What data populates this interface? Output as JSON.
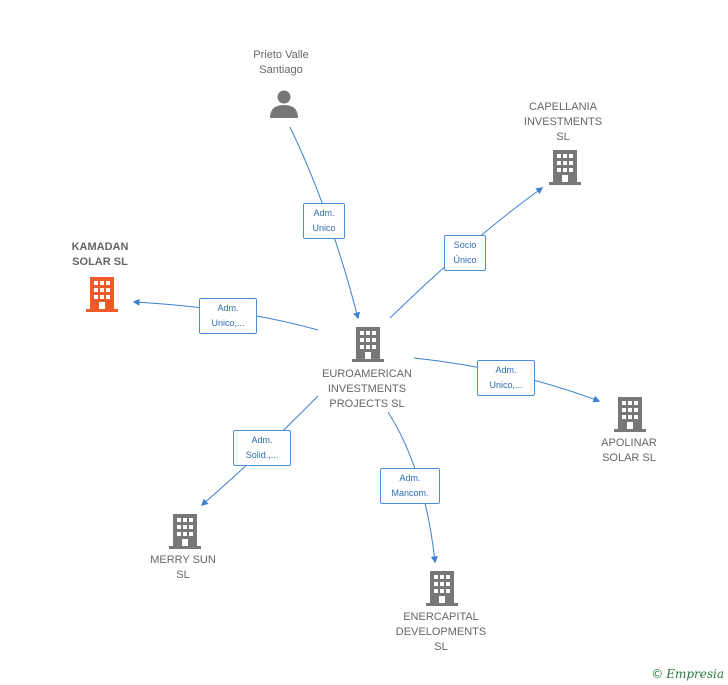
{
  "colors": {
    "edge": "#3d7fd1",
    "icon": "#777777",
    "highlight": "#ef5a28"
  },
  "nodes": {
    "person": {
      "label": "Prieto Valle\nSantiago",
      "icon": "person-icon"
    },
    "capellania": {
      "label": "CAPELLANIA\nINVESTMENTS\nSL",
      "icon": "building-icon"
    },
    "kamadan": {
      "label": "KAMADAN\nSOLAR SL",
      "icon": "building-icon"
    },
    "euroamerican": {
      "label": "EUROAMERICAN\nINVESTMENTS\nPROJECTS SL",
      "icon": "building-icon"
    },
    "apolinar": {
      "label": "APOLINAR\nSOLAR SL",
      "icon": "building-icon"
    },
    "merry": {
      "label": "MERRY SUN\nSL",
      "icon": "building-icon"
    },
    "enercapital": {
      "label": "ENERCAPITAL\nDEVELOPMENTS\nSL",
      "icon": "building-icon"
    }
  },
  "edges": {
    "person_euro": "Adm.\nUnico",
    "euro_capellania": "Socio\nÚnico",
    "euro_kamadan": "Adm.\nUnico,...",
    "euro_apolinar": "Adm.\nUnico,...",
    "euro_merry": "Adm.\nSolid.,...",
    "euro_enercapital": "Adm.\nMancom."
  },
  "watermark": {
    "copyright": "©",
    "brand": "Empresia"
  }
}
